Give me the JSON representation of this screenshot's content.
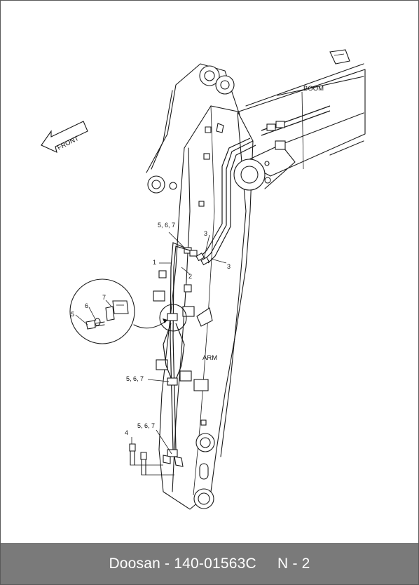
{
  "diagram": {
    "labels": {
      "boom": "BOOM",
      "arm": "ARM",
      "front": "FRONT"
    },
    "callouts": {
      "c567_top": "5, 6, 7",
      "c1": "1",
      "c2": "2",
      "c3_upper": "3",
      "c3_lower": "3",
      "c567_mid": "5, 6, 7",
      "c4": "4",
      "c567_bottom": "5, 6, 7",
      "detail_7": "7",
      "detail_6": "6",
      "detail_5": "5"
    }
  },
  "footer": {
    "text": "Doosan - 140-01563C     N - 2"
  }
}
